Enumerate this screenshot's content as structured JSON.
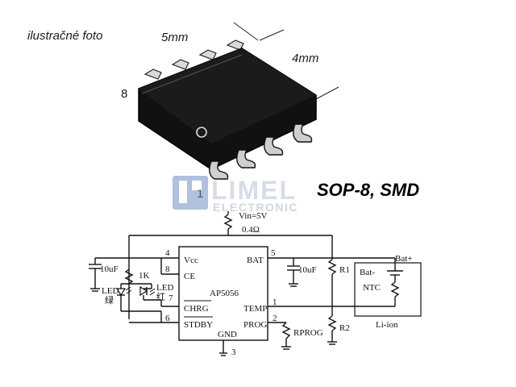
{
  "photo": {
    "caption": "ilustračné foto",
    "dim_length": "5mm",
    "dim_width": "4mm",
    "pin8_label": "8",
    "pin1_label": "1",
    "package_label": "SOP-8, SMD"
  },
  "watermark": {
    "line1": "LIMEL",
    "line2": "ELECTRONIC"
  },
  "schematic": {
    "vin_label": "Vin=5V",
    "shunt_label": "0.4Ω",
    "chip_name": "AP5056",
    "pins": {
      "vcc": "Vcc",
      "ce": "CE",
      "chrg": "CHRG",
      "stdby": "STDBY",
      "gnd": "GND",
      "bat": "BAT",
      "temp": "TEMP",
      "prog": "PROG"
    },
    "pin_numbers": {
      "vcc": "4",
      "ce": "8",
      "chrg": "7",
      "stdby": "6",
      "gnd": "3",
      "bat": "5",
      "temp": "1",
      "prog": "2"
    },
    "cap_left": "10uF",
    "resistor_1k": "1K",
    "led_green": "LED\n绿",
    "led_green_name": "LED",
    "led_green_color": "绿",
    "led_red_name": "LED",
    "led_red_color": "红",
    "cap_right": "10uF",
    "r1": "R1",
    "r2": "R2",
    "rprog": "RPROG",
    "battery": {
      "bat_plus": "Bat+",
      "bat_minus": "Bat-",
      "ntc": "NTC",
      "cell": "Li-ion"
    }
  }
}
